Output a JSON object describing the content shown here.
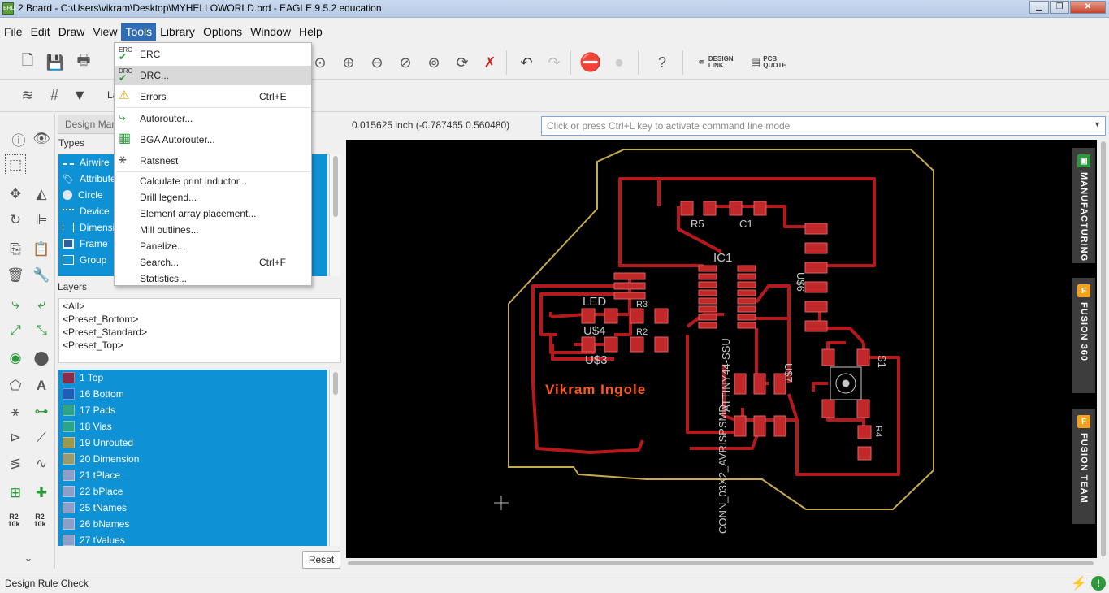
{
  "window": {
    "title": "2 Board - C:\\Users\\vikram\\Desktop\\MYHELLOWORLD.brd - EAGLE 9.5.2 education",
    "app_icon": "BRD",
    "buttons": {
      "minimize": "▁",
      "maximize": "❐",
      "close": "✕"
    }
  },
  "menubar": [
    "File",
    "Edit",
    "Draw",
    "View",
    "Tools",
    "Library",
    "Options",
    "Window",
    "Help"
  ],
  "toolbar": {
    "design_link": "DESIGN LINK",
    "pcb_quote": "PCB QUOTE",
    "layer_prefix": "La"
  },
  "tools_menu": {
    "items": [
      {
        "icon": "ERC",
        "label": "ERC",
        "shortcut": ""
      },
      {
        "icon": "DRC",
        "label": "DRC...",
        "shortcut": ""
      },
      {
        "icon": "⚠",
        "label": "Errors",
        "shortcut": "Ctrl+E"
      },
      {
        "icon": "autorouter-icon",
        "label": "Autorouter...",
        "shortcut": ""
      },
      {
        "icon": "bga-icon",
        "label": "BGA Autorouter...",
        "shortcut": ""
      },
      {
        "icon": "ratsnest-icon",
        "label": "Ratsnest",
        "shortcut": ""
      },
      {
        "label": "Calculate print inductor...",
        "shortcut": ""
      },
      {
        "label": "Drill legend...",
        "shortcut": ""
      },
      {
        "label": "Element array placement...",
        "shortcut": ""
      },
      {
        "label": "Mill outlines...",
        "shortcut": ""
      },
      {
        "label": "Panelize...",
        "shortcut": ""
      },
      {
        "label": "Search...",
        "shortcut": "Ctrl+F"
      },
      {
        "label": "Statistics...",
        "shortcut": ""
      }
    ]
  },
  "design_manager": {
    "header": "Design Manager",
    "types_label": "Types",
    "types": [
      "Airwire",
      "Attribute",
      "Circle",
      "Device",
      "Dimension",
      "Frame",
      "Group"
    ],
    "layers_label": "Layers",
    "presets": [
      "<All>",
      "<Preset_Bottom>",
      "<Preset_Standard>",
      "<Preset_Top>"
    ],
    "layers": [
      {
        "label": "1 Top",
        "color": "#8c2a4a"
      },
      {
        "label": "16 Bottom",
        "color": "#1b5fb8"
      },
      {
        "label": "17 Pads",
        "color": "#2aa58a"
      },
      {
        "label": "18 Vias",
        "color": "#2aa58a"
      },
      {
        "label": "19 Unrouted",
        "color": "#9a9a4a"
      },
      {
        "label": "20 Dimension",
        "color": "#9a9a6a"
      },
      {
        "label": "21 tPlace",
        "color": "#8aa0c8"
      },
      {
        "label": "22 bPlace",
        "color": "#8aa0c8"
      },
      {
        "label": "25 tNames",
        "color": "#8aa0c8"
      },
      {
        "label": "26 bNames",
        "color": "#8aa0c8"
      },
      {
        "label": "27 tValues",
        "color": "#8aa0c8"
      }
    ],
    "reset": "Reset"
  },
  "coord_readout": "0.015625 inch (-0.787465 0.560480)",
  "command_line": {
    "placeholder": "Click or press Ctrl+L key to activate command line mode"
  },
  "board": {
    "silk_text": "Vikram Ingole",
    "labels": {
      "r5": "R5",
      "c1": "C1",
      "ic1": "IC1",
      "led": "LED",
      "r3": "R3",
      "r2": "R2",
      "u4": "U$4",
      "u3": "U$3",
      "u6": "U$6",
      "u7": "U$7",
      "s1": "S1",
      "r4": "R4",
      "attiny": "ATTINY44-SSU",
      "conn": "CONN_03X2_AVRISPSMD"
    },
    "colors": {
      "outline": "#c8aa4e",
      "trace": "#b5191c",
      "pad": "#c0282a",
      "text": "#ff5a1a",
      "label": "#c8c8c8"
    }
  },
  "side_tabs": [
    {
      "label": "MANUFACTURING",
      "icon": "▣",
      "color": "#2c9a3a"
    },
    {
      "label": "FUSION 360",
      "icon": "F",
      "color": "#f2a21c"
    },
    {
      "label": "FUSION TEAM",
      "icon": "F",
      "color": "#f2a21c"
    }
  ],
  "status": {
    "text": "Design Rule Check"
  }
}
